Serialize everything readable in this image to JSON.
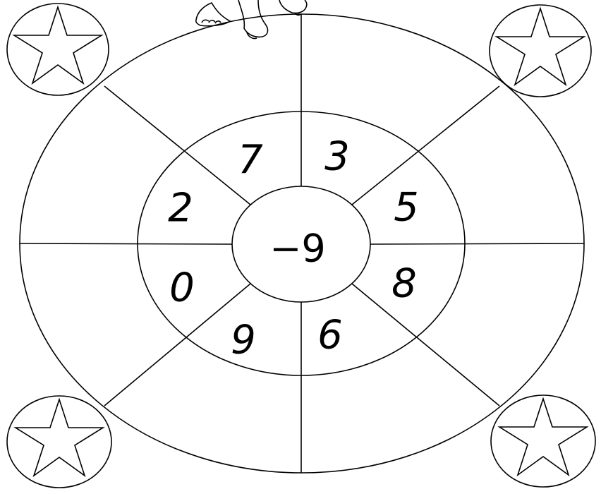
{
  "center": {
    "value": "−9"
  },
  "sectors": [
    {
      "value": "7"
    },
    {
      "value": "3"
    },
    {
      "value": "5"
    },
    {
      "value": "8"
    },
    {
      "value": "6"
    },
    {
      "value": "9"
    },
    {
      "value": "0"
    },
    {
      "value": "2"
    }
  ],
  "decorations": {
    "corner_icon": "star-in-circle-icon",
    "top_figure": "cartoon-character-feet-icon"
  },
  "colors": {
    "stroke": "#000000",
    "background": "#ffffff"
  }
}
